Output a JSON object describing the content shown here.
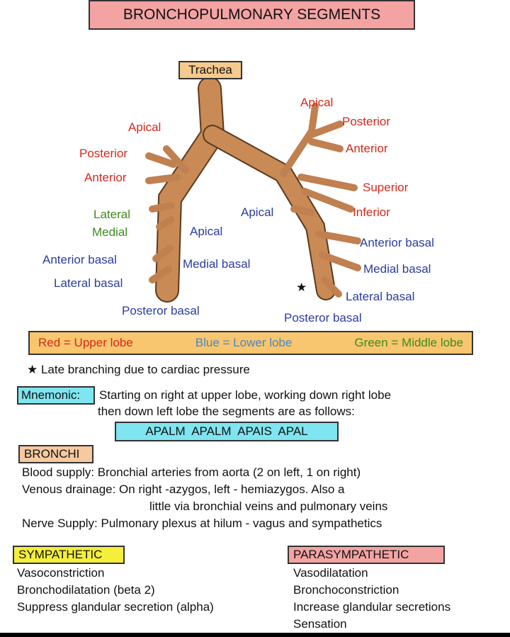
{
  "title": "BRONCHOPULMONARY SEGMENTS",
  "trachea": "Trachea",
  "right_lung": {
    "apical": "Apical",
    "posterior": "Posterior",
    "anterior": "Anterior",
    "lateral": "Lateral",
    "medial": "Medial",
    "apical_lower": "Apical",
    "anterior_basal": "Anterior basal",
    "medial_basal": "Medial basal",
    "lateral_basal": "Lateral basal",
    "posterior_basal": "Posteror basal"
  },
  "left_lung": {
    "apical": "Apical",
    "posterior": "Posterior",
    "anterior": "Anterior",
    "superior": "Superior",
    "inferior": "Inferior",
    "apical_lower": "Apical",
    "anterior_basal": "Anterior basal",
    "medial_basal": "Medial basal",
    "lateral_basal": "Lateral basal",
    "posterior_basal": "Posteror basal",
    "star": "★"
  },
  "legend": {
    "red": "Red = Upper lobe",
    "blue": "Blue = Lower lobe",
    "green": "Green = Middle lobe"
  },
  "note": "★ Late branching due to cardiac pressure",
  "mnemonic": {
    "label": "Mnemonic:",
    "line1": "Starting on right at upper lobe, working down right lobe",
    "line2": "then down left lobe the segments are as follows:",
    "code": "APALM  APALM  APAIS  APAL"
  },
  "bronchi": {
    "heading": "BRONCHI",
    "blood": "Blood supply: Bronchial arteries from aorta (2 on left, 1 on right)",
    "venous1": "Venous drainage: On right -azygos, left - hemiazygos. Also a",
    "venous2": "little via bronchial veins and pulmonary veins",
    "nerve": "Nerve Supply: Pulmonary plexus at hilum - vagus and sympathetics"
  },
  "sympathetic": {
    "heading": "SYMPATHETIC",
    "items": [
      "Vasoconstriction",
      "Bronchodilatation (beta 2)",
      "Suppress glandular secretion (alpha)"
    ]
  },
  "parasympathetic": {
    "heading": "PARASYMPATHETIC",
    "items": [
      "Vasodilatation",
      "Bronchoconstriction",
      "Increase glandular secretions",
      "Sensation"
    ]
  },
  "colors": {
    "upper": "#d42a1c",
    "lower": "#2b3c9e",
    "middle": "#3e8a1e",
    "bronchus": "#c98a55"
  }
}
